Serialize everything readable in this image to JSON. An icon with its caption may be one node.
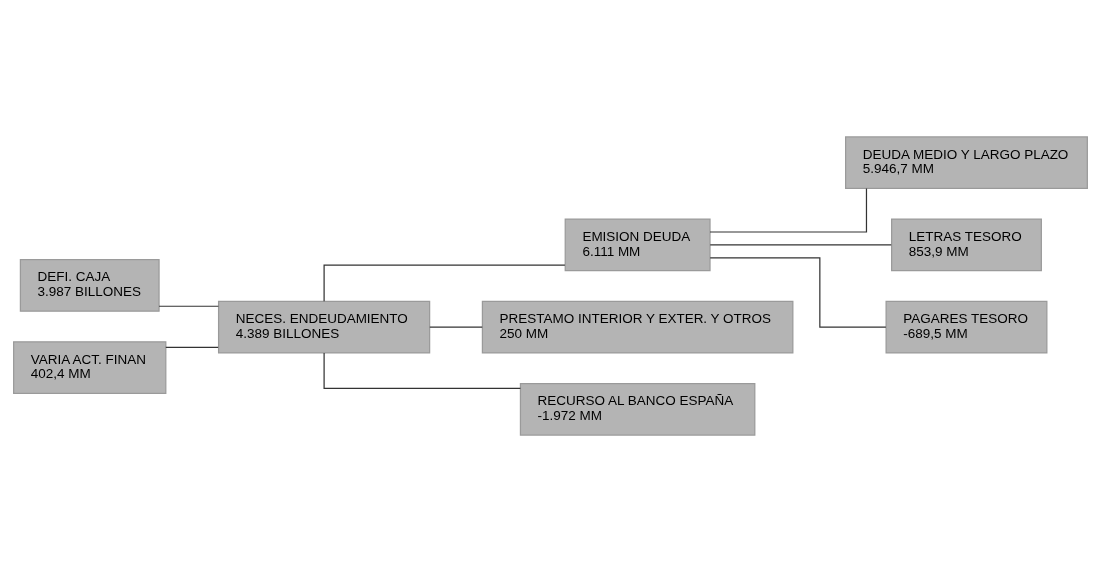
{
  "diagram": {
    "nodes": [
      {
        "text": [
          "DEFI. CAJA",
          "3.987 BILLONES"
        ]
      },
      {
        "text": [
          "NECES. ENDEUDAMIENTO",
          "4.389 BILLONES"
        ]
      },
      {
        "text": [
          "VARIA ACT. FINAN",
          "402,4 MM"
        ]
      },
      {
        "text": [
          "EMISION DEUDA",
          "6.111 MM"
        ]
      },
      {
        "text": [
          "DEUDA MEDIO Y LARGO PLAZO",
          "5.946,7 MM"
        ]
      },
      {
        "text": [
          "LETRAS TESORO",
          "853,9 MM"
        ]
      },
      {
        "text": [
          "PAGARES TESORO",
          "-689,5 MM"
        ]
      },
      {
        "text": [
          "PRESTAMO INTERIOR Y EXTER. Y OTROS",
          "250 MM"
        ]
      },
      {
        "text": [
          "RECURSO AL BANCO ESPAÑA",
          "-1.972 MM"
        ]
      }
    ],
    "edges": [
      {
        "from": 0,
        "to": 1,
        "arrow": "none"
      },
      {
        "from": 2,
        "to": 1,
        "arrow": "none"
      },
      {
        "from": 1,
        "to": 3,
        "arrow": "none"
      },
      {
        "from": 1,
        "to": 7,
        "arrow": "none"
      },
      {
        "from": 1,
        "to": 8,
        "arrow": "none"
      },
      {
        "from": 3,
        "to": 4,
        "arrow": "none"
      },
      {
        "from": 3,
        "to": 5,
        "arrow": "none"
      },
      {
        "from": 3,
        "to": 6,
        "arrow": "none"
      }
    ]
  }
}
